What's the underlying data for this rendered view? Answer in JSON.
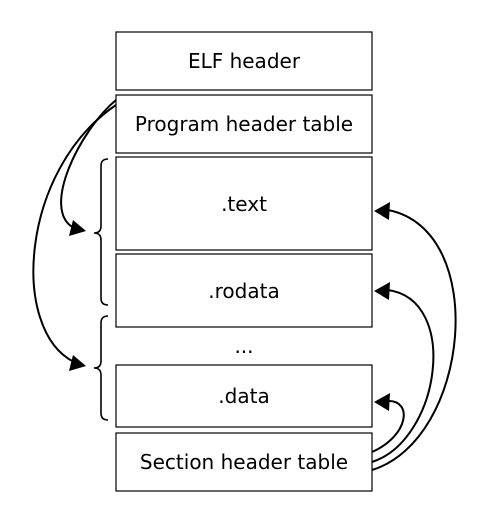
{
  "segments": {
    "elf_header": "ELF header",
    "program_header_table": "Program header table",
    "text": ".text",
    "rodata": ".rodata",
    "ellipsis": "...",
    "data": ".data",
    "section_header_table": "Section header table"
  }
}
